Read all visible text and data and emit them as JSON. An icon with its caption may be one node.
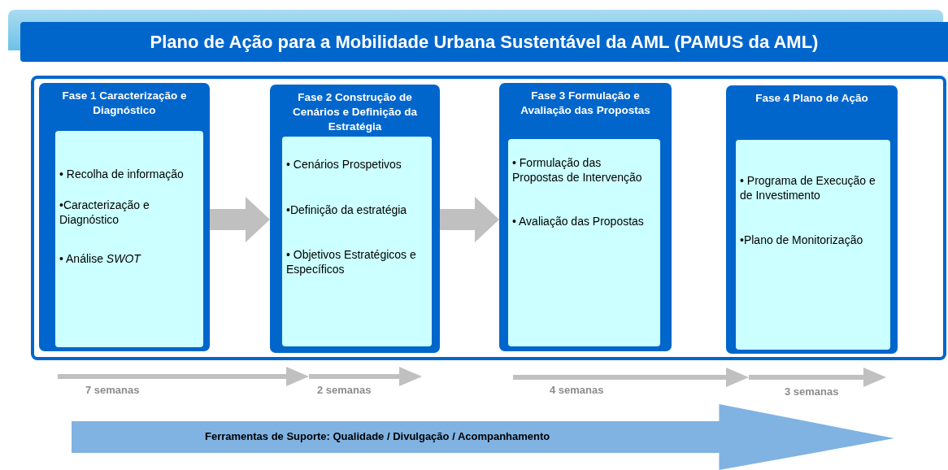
{
  "diagram": {
    "title": "Plano de Ação para a Mobilidade Urbana Sustentável da AML (PAMUS da AML)",
    "nodes": [
      {
        "text": [],
        "shape": "box"
      },
      {
        "text": [
          "Fase 1 Caracterização e Diagnóstico"
        ],
        "in": 0
      },
      {
        "text": [
          "• Recolha de informação",
          "•Caracterização e Diagnóstico",
          "• Análise *SWOT*"
        ],
        "in": 1
      },
      {
        "text": [
          "Fase 2 Construção de Cenários e Definição da Estratégia"
        ],
        "in": 0
      },
      {
        "text": [
          "• Cenários Prospetivos",
          "•Definição da estratégia",
          "• Objetivos Estratégicos e Específicos"
        ],
        "in": 3
      },
      {
        "text": [
          "Fase 3 Formulação e Avaliação das Propostas"
        ],
        "in": 0
      },
      {
        "text": [
          "• Formulação das Propostas de Intervenção",
          "• Avaliação das Propostas"
        ],
        "in": 5
      },
      {
        "text": [
          "Fase 4 Plano de Ação"
        ],
        "in": 0
      },
      {
        "text": [
          "• Programa de Execução e de Investimento",
          "•Plano de Monitorização"
        ],
        "in": 7
      },
      {
        "text": [
          "Ferramentas de Suporte: Qualidade / Divulgação / Acompanhamento"
        ]
      }
    ],
    "edges": [
      {
        "from": 1,
        "to": 3,
        "arrow": "to"
      },
      {
        "from": 3,
        "to": 5,
        "arrow": "to"
      }
    ],
    "labels": [
      "7 semanas",
      "2 semanas",
      "4 semanas",
      "3 semanas"
    ]
  }
}
